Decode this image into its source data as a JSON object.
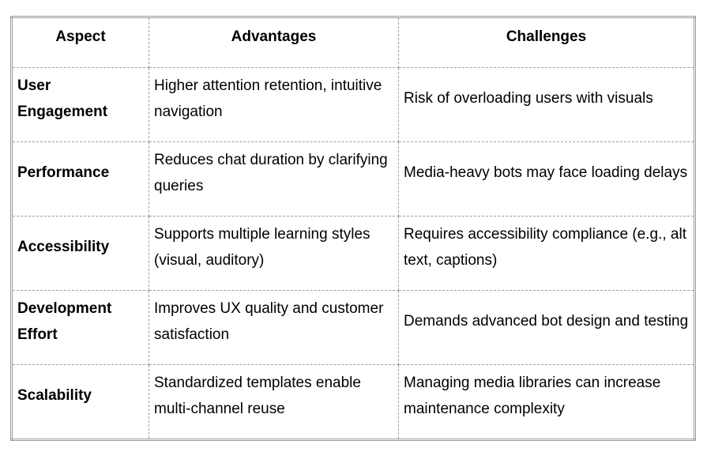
{
  "table": {
    "headers": [
      "Aspect",
      "Advantages",
      "Challenges"
    ],
    "rows": [
      {
        "aspect": "User Engagement",
        "advantages": "Higher attention retention, intuitive navigation",
        "challenges": "Risk of overloading users with visuals"
      },
      {
        "aspect": "Performance",
        "advantages": "Reduces chat duration by clarifying queries",
        "challenges": "Media-heavy bots may face loading delays"
      },
      {
        "aspect": "Accessibility",
        "advantages": "Supports multiple learning styles (visual, auditory)",
        "challenges": "Requires accessibility compliance (e.g., alt text, captions)"
      },
      {
        "aspect": "Development Effort",
        "advantages": "Improves UX quality and customer satisfaction",
        "challenges": "Demands advanced bot design and testing"
      },
      {
        "aspect": "Scalability",
        "advantages": "Standardized templates enable multi-channel reuse",
        "challenges": "Managing media libraries can increase maintenance complexity"
      }
    ]
  }
}
